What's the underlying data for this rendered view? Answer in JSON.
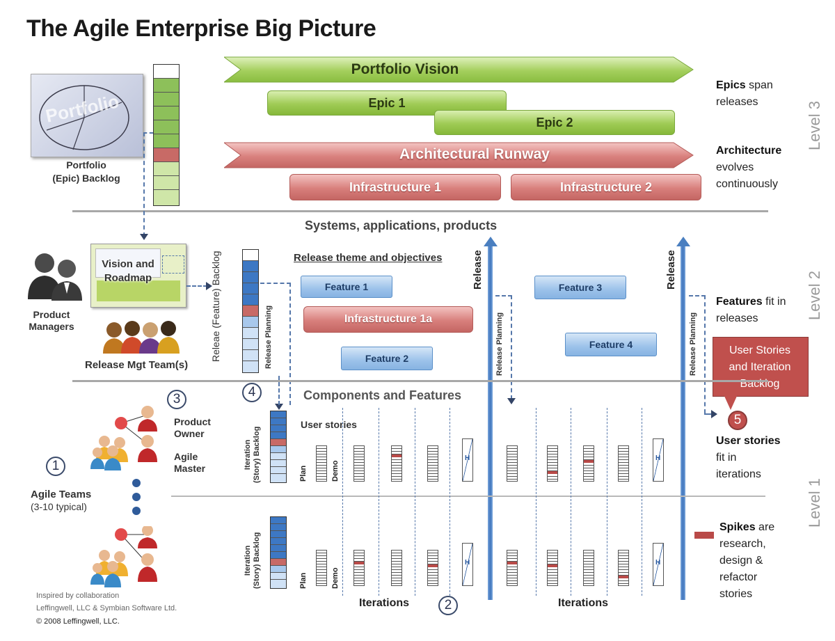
{
  "title": "The Agile Enterprise Big Picture",
  "level3": {
    "portfolio_label": "Portfolio\n(Epic) Backlog",
    "portfolio_icon_text": "Portfolio",
    "portfolio_vision": "Portfolio Vision",
    "epic1": "Epic 1",
    "epic2": "Epic 2",
    "runway": "Architectural Runway",
    "infra1": "Infrastructure 1",
    "infra2": "Infrastructure 2",
    "note_epics_bold": "Epics",
    "note_epics_rest": " span",
    "note_epics_line2": "releases",
    "note_arch_bold": "Architecture",
    "note_arch_line2": "evolves",
    "note_arch_line3": "continuously",
    "level_label": "Level 3"
  },
  "level2": {
    "heading": "Systems, applications, products",
    "product_managers": "Product\nManagers",
    "vision_roadmap": "Vision and\nRoadmap",
    "release_mgt": "Release Mgt Team(s)",
    "release_backlog": "Releae  (Feature)  Backlog",
    "release_planning": "Release Planning",
    "release_theme": "Release theme and objectives",
    "feature1": "Feature 1",
    "feature2": "Feature 2",
    "feature3": "Feature 3",
    "feature4": "Feature 4",
    "infra1a": "Infrastructure 1a",
    "release": "Release",
    "note_features_bold": "Features",
    "note_features_rest": " fit in",
    "note_features_line2": "releases",
    "callout": "User Stories\nand Iteration\nBacklog",
    "callout_num": "5",
    "circle3": "3",
    "circle4": "4",
    "level_label": "Level 2"
  },
  "level1": {
    "heading": "Components and Features",
    "user_stories": "User stories",
    "product_owner": "Product\nOwner",
    "agile_master": "Agile\nMaster",
    "agile_teams": "Agile Teams",
    "agile_teams_sub": "(3-10 typical)",
    "iteration_backlog": "Iteration\n(Story) Backlog",
    "plan": "Plan",
    "demo": "Demo",
    "h": "H",
    "iterations": "Iterations",
    "circle1": "1",
    "circle2": "2",
    "note_us_bold": "User stories",
    "note_us_line2": "fit in",
    "note_us_line3": "iterations",
    "note_spikes_bold": "Spikes",
    "note_spikes_rest": " are",
    "note_spikes_line2": "research,",
    "note_spikes_line3": "design &",
    "note_spikes_line4": "refactor",
    "note_spikes_line5": "stories",
    "level_label": "Level 1"
  },
  "credits": {
    "line1": "Inspired by collaboration",
    "line2": "Leffingwell, LLC & Symbian Software Ltd.",
    "line3": "© 2008 Leffingwell, LLC."
  },
  "colors": {
    "green": "#9fcb55",
    "red": "#c46663",
    "blue": "#87b3e2",
    "release_arrow": "#4a7fc0",
    "spike": "#b94a48"
  }
}
